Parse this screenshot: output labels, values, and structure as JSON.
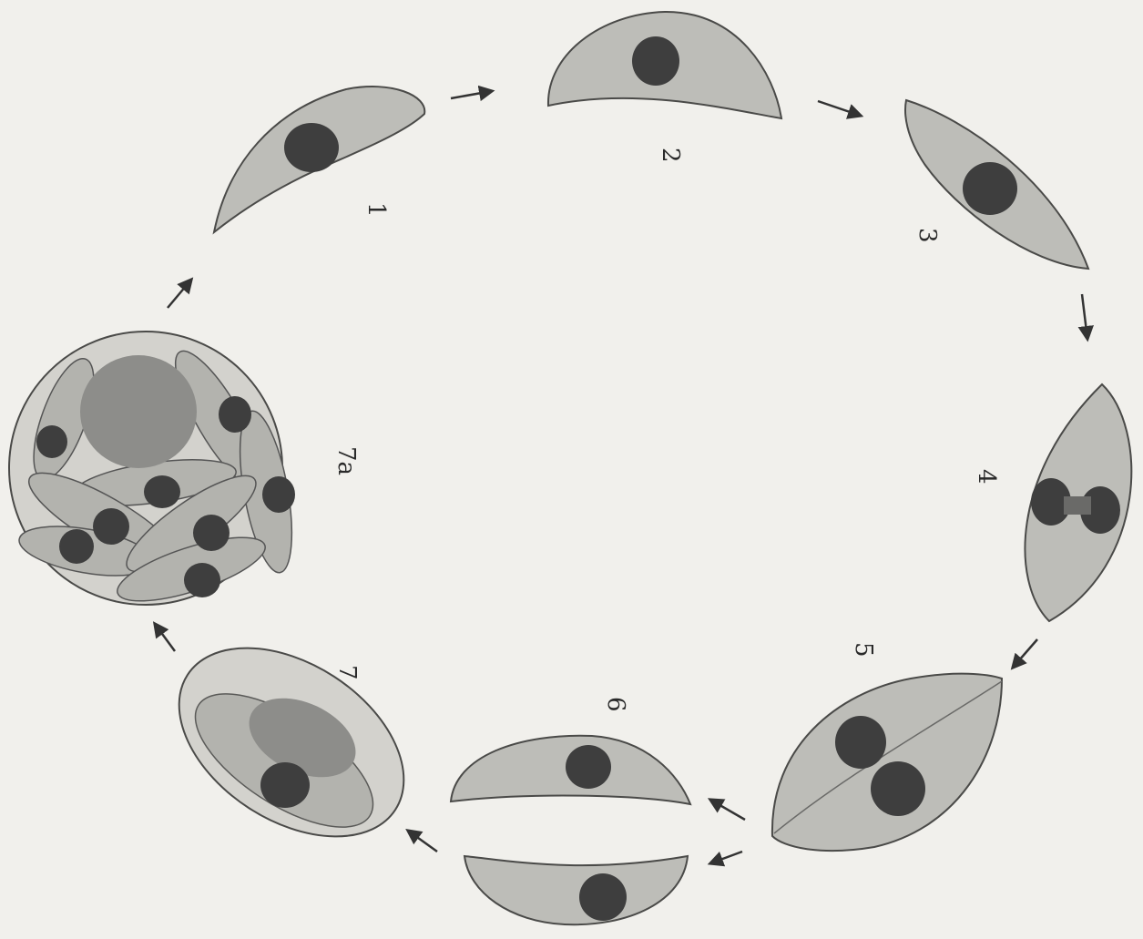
{
  "figure": {
    "labels": {
      "stage1": "1",
      "stage2": "2",
      "stage3": "3",
      "stage4": "4",
      "stage5": "5",
      "stage6": "6",
      "stage7": "7",
      "stage7a": "7a"
    },
    "colors": {
      "background": "#f1f0ec",
      "cytoplasm": "#bdbdb8",
      "cytoplasm_light": "#d3d2cd",
      "nucleus": "#3e3e3e",
      "large_nucleus": "#8d8d8a",
      "outline": "#4a4a48",
      "arrow": "#333333"
    }
  }
}
